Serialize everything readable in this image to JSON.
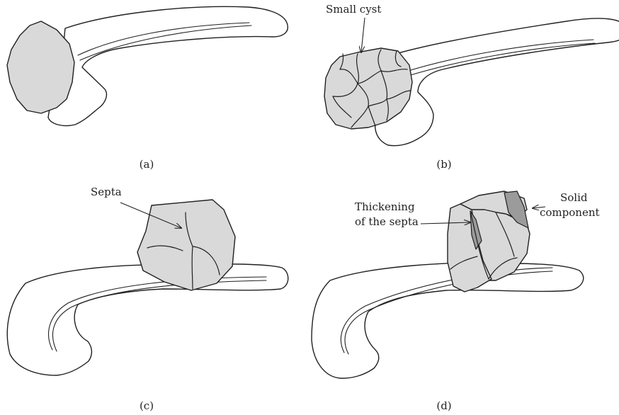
{
  "panels": [
    {
      "id": "a",
      "caption": "(a)"
    },
    {
      "id": "b",
      "caption": "(b)",
      "annotations": [
        "Small cyst"
      ]
    },
    {
      "id": "c",
      "caption": "(c)",
      "annotations": [
        "Septa"
      ]
    },
    {
      "id": "d",
      "caption": "(d)",
      "annotations": [
        "Thickening",
        "of the septa",
        "Solid",
        "component"
      ]
    }
  ],
  "colors": {
    "mass": "#d9d9d9",
    "solid_component": "#9b9b9b",
    "outline": "#231f20"
  }
}
